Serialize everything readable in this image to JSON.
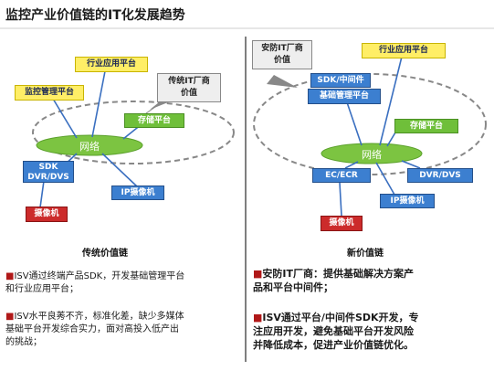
{
  "title": "监控产业价值链的IT化发展趋势",
  "left": {
    "industry_app": "行业应用平台",
    "monitor_mgmt": "监控管理平台",
    "traditional_it": [
      "传统IT厂商",
      "价值"
    ],
    "storage": "存储平台",
    "network": "网络",
    "sdk_dvr": [
      "SDK",
      "DVR/DVS"
    ],
    "ip_camera": "IP摄像机",
    "camera": "摄像机",
    "chain_title": "传统价值链",
    "bullets": [
      {
        "mark": "■",
        "lines": [
          "ISV通过终端产品SDK，开发基础管理平台",
          "和行业应用平台；"
        ]
      },
      {
        "mark": "■",
        "lines": [
          "ISV水平良莠不齐，标准化差，缺少多媒体",
          "基础平台开发综合实力，面对高投入低产出",
          "的挑战；"
        ]
      }
    ]
  },
  "right": {
    "security_it": [
      "安防IT厂商",
      "价值"
    ],
    "industry_app": "行业应用平台",
    "sdk_middleware": "SDK/中间件",
    "base_mgmt": "基础管理平台",
    "storage": "存储平台",
    "network": "网络",
    "ec_ecr": "EC/ECR",
    "dvr": "DVR/DVS",
    "ip_camera": "IP摄像机",
    "camera": "摄像机",
    "chain_title": "新价值链",
    "bullets": [
      {
        "mark": "■",
        "lines": [
          "安防IT厂商：提供基础解决方案产",
          "品和平台中间件；"
        ]
      },
      {
        "mark": "■",
        "lines": [
          "ISV通过平台/中间件SDK开发，专",
          "注应用开发，避免基础平台开发风险",
          "并降低成本，促进产业价值链优化。"
        ]
      }
    ]
  },
  "colors": {
    "yellow": "#ffee66",
    "green": "#6fbf3a",
    "blue": "#3c7fd0",
    "red": "#cc2b2b",
    "connector": "#3a6fc0"
  }
}
